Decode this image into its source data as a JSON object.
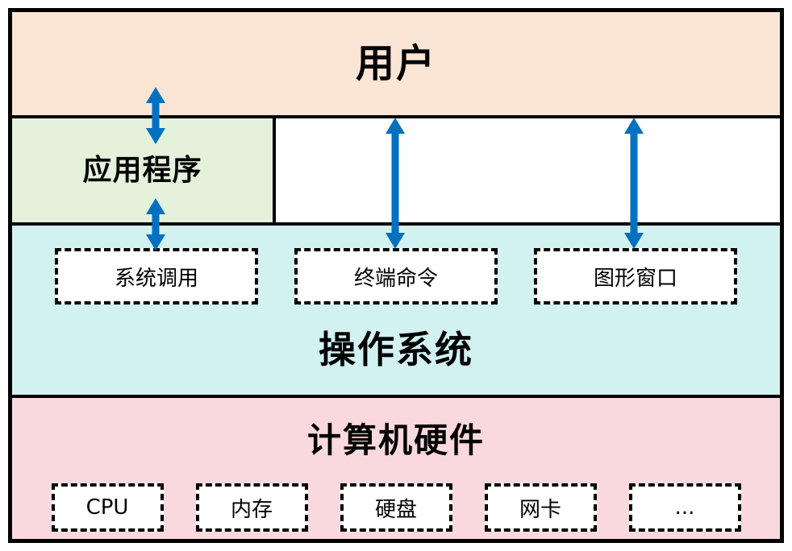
{
  "diagram": {
    "layers": {
      "user": {
        "label": "用户"
      },
      "application": {
        "label": "应用程序"
      },
      "os": {
        "label": "操作系统",
        "interfaces": [
          {
            "label": "系统调用"
          },
          {
            "label": "终端命令"
          },
          {
            "label": "图形窗口"
          }
        ]
      },
      "hardware": {
        "label": "计算机硬件",
        "components": [
          {
            "label": "CPU"
          },
          {
            "label": "内存"
          },
          {
            "label": "硬盘"
          },
          {
            "label": "网卡"
          },
          {
            "label": "..."
          }
        ]
      }
    },
    "colors": {
      "user_bg": "#FBE5D5",
      "application_bg": "#E4F1DB",
      "os_bg": "#D2F1F1",
      "hardware_bg": "#FAD9DE",
      "arrow": "#0070C0",
      "border": "#000000"
    }
  }
}
